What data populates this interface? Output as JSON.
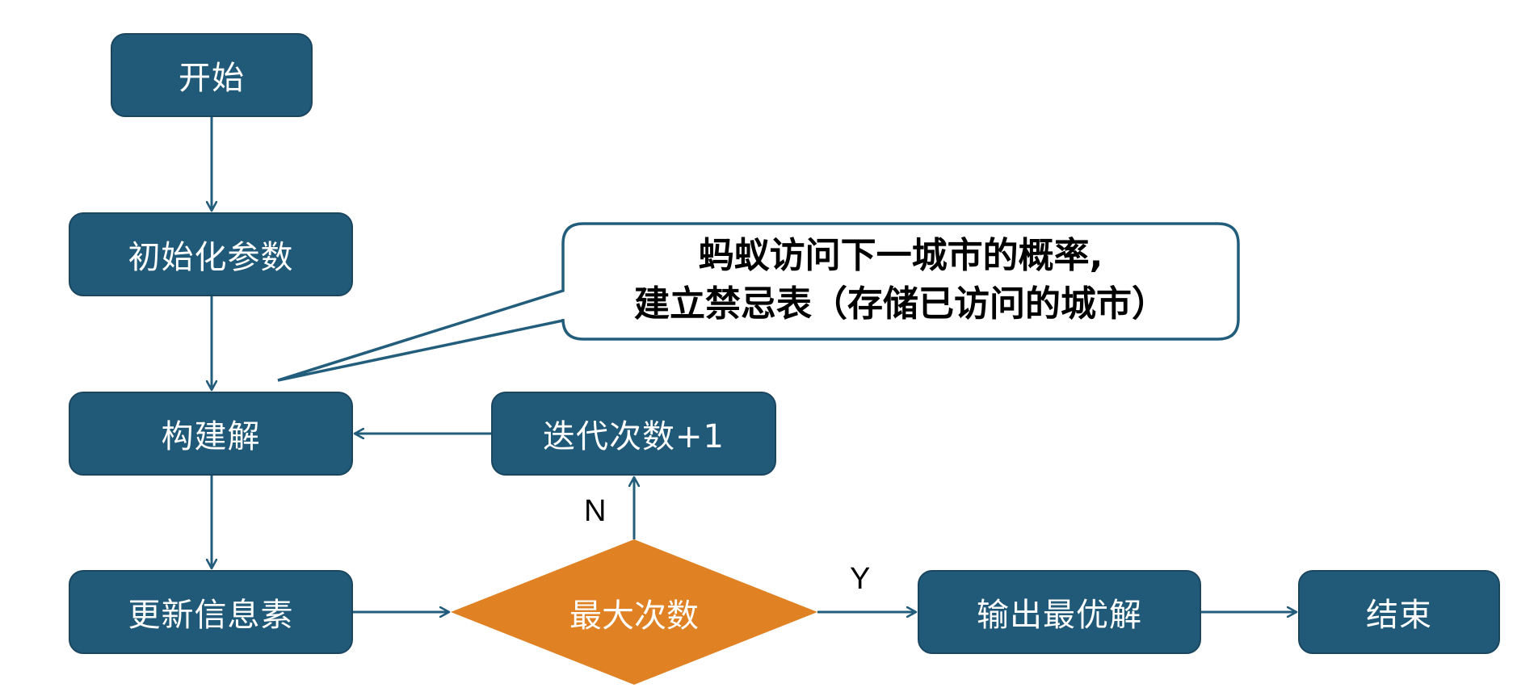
{
  "colors": {
    "process_fill": "#215A78",
    "process_stroke": "#1B4660",
    "decision_fill": "#E08224",
    "connector": "#235D7C"
  },
  "nodes": {
    "start": "开始",
    "init_params": "初始化参数",
    "construct_solution": "构建解",
    "iteration_increment": "迭代次数+1",
    "update_pheromone": "更新信息素",
    "max_iterations_decision": "最大次数",
    "output_best": "输出最优解",
    "end": "结束"
  },
  "callout": {
    "line1": "蚂蚁访问下一城市的概率,",
    "line2": "建立禁忌表（存储已访问的城市）"
  },
  "edge_labels": {
    "no": "N",
    "yes": "Y"
  }
}
